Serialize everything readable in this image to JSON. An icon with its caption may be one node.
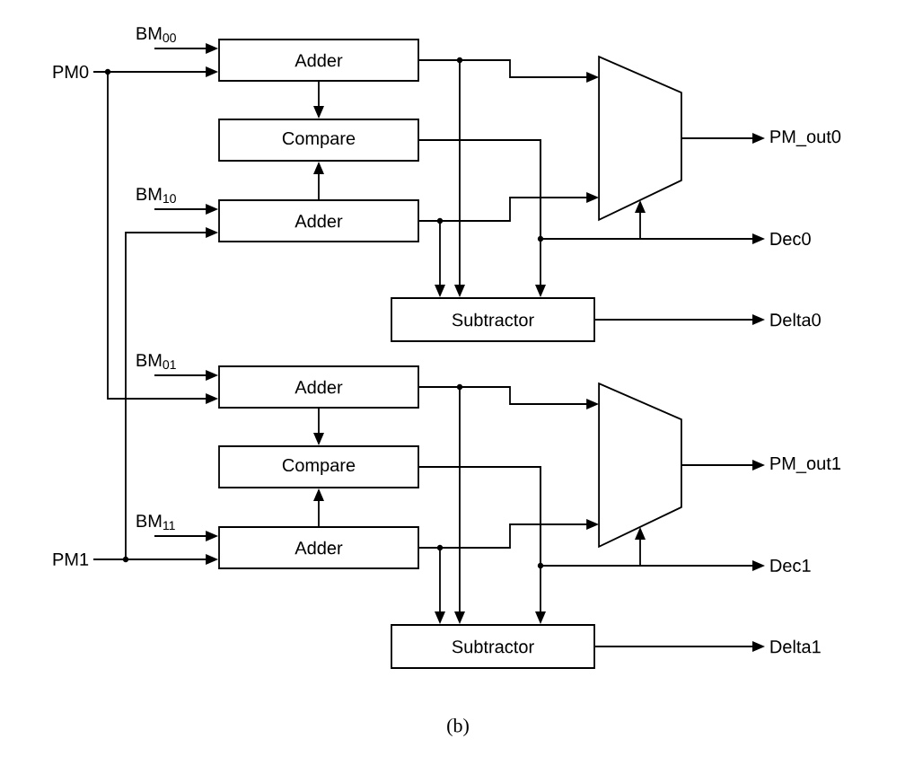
{
  "diagram": {
    "caption": "(b)",
    "nodes": [
      {
        "text": [
          "PM0"
        ]
      },
      {
        "text": [
          "BM$_{00}$"
        ]
      },
      {
        "text": [
          "Adder"
        ]
      },
      {
        "text": [
          "Compare"
        ]
      },
      {
        "text": [
          "BM$_{10}$"
        ]
      },
      {
        "text": [
          "Adder"
        ]
      },
      {
        "text": [],
        "shape": "trapezoid"
      },
      {
        "text": [
          "PM_out0"
        ]
      },
      {
        "text": [
          "Dec0"
        ]
      },
      {
        "text": [
          "Subtractor"
        ]
      },
      {
        "text": [
          "Delta0"
        ]
      },
      {
        "text": [
          "BM$_{01}$"
        ]
      },
      {
        "text": [
          "Adder"
        ]
      },
      {
        "text": [
          "Compare"
        ]
      },
      {
        "text": [
          "BM$_{11}$"
        ]
      },
      {
        "text": [
          "Adder"
        ]
      },
      {
        "text": [
          "PM1"
        ]
      },
      {
        "text": [],
        "shape": "trapezoid"
      },
      {
        "text": [
          "PM_out1"
        ]
      },
      {
        "text": [
          "Dec1"
        ]
      },
      {
        "text": [
          "Subtractor"
        ]
      },
      {
        "text": [
          "Delta1"
        ]
      }
    ],
    "edges": [
      {
        "from": 0,
        "to": 2,
        "arrow": "to"
      },
      {
        "from": 0,
        "to": 12,
        "arrow": "to"
      },
      {
        "from": 1,
        "to": 2,
        "arrow": "to"
      },
      {
        "from": 4,
        "to": 5,
        "arrow": "to"
      },
      {
        "from": 2,
        "to": 3,
        "arrow": "to"
      },
      {
        "from": 5,
        "to": 3,
        "arrow": "to"
      },
      {
        "from": 2,
        "to": 6,
        "arrow": "to"
      },
      {
        "from": 2,
        "to": 9,
        "arrow": "to"
      },
      {
        "from": 5,
        "to": 9,
        "arrow": "to"
      },
      {
        "from": 5,
        "to": 6,
        "arrow": "to"
      },
      {
        "from": 3,
        "to": 6,
        "arrow": "to"
      },
      {
        "from": 3,
        "to": 8,
        "arrow": "to"
      },
      {
        "from": 3,
        "to": 9,
        "arrow": "to"
      },
      {
        "from": 6,
        "to": 7,
        "arrow": "to"
      },
      {
        "from": 9,
        "to": 10,
        "arrow": "to"
      },
      {
        "from": 16,
        "to": 5,
        "arrow": "to"
      },
      {
        "from": 16,
        "to": 15,
        "arrow": "to"
      },
      {
        "from": 11,
        "to": 12,
        "arrow": "to"
      },
      {
        "from": 14,
        "to": 15,
        "arrow": "to"
      },
      {
        "from": 12,
        "to": 13,
        "arrow": "to"
      },
      {
        "from": 15,
        "to": 13,
        "arrow": "to"
      },
      {
        "from": 12,
        "to": 17,
        "arrow": "to"
      },
      {
        "from": 12,
        "to": 20,
        "arrow": "to"
      },
      {
        "from": 15,
        "to": 20,
        "arrow": "to"
      },
      {
        "from": 15,
        "to": 17,
        "arrow": "to"
      },
      {
        "from": 13,
        "to": 17,
        "arrow": "to"
      },
      {
        "from": 13,
        "to": 19,
        "arrow": "to"
      },
      {
        "from": 13,
        "to": 20,
        "arrow": "to"
      },
      {
        "from": 17,
        "to": 18,
        "arrow": "to"
      },
      {
        "from": 20,
        "to": 21,
        "arrow": "to"
      }
    ]
  }
}
